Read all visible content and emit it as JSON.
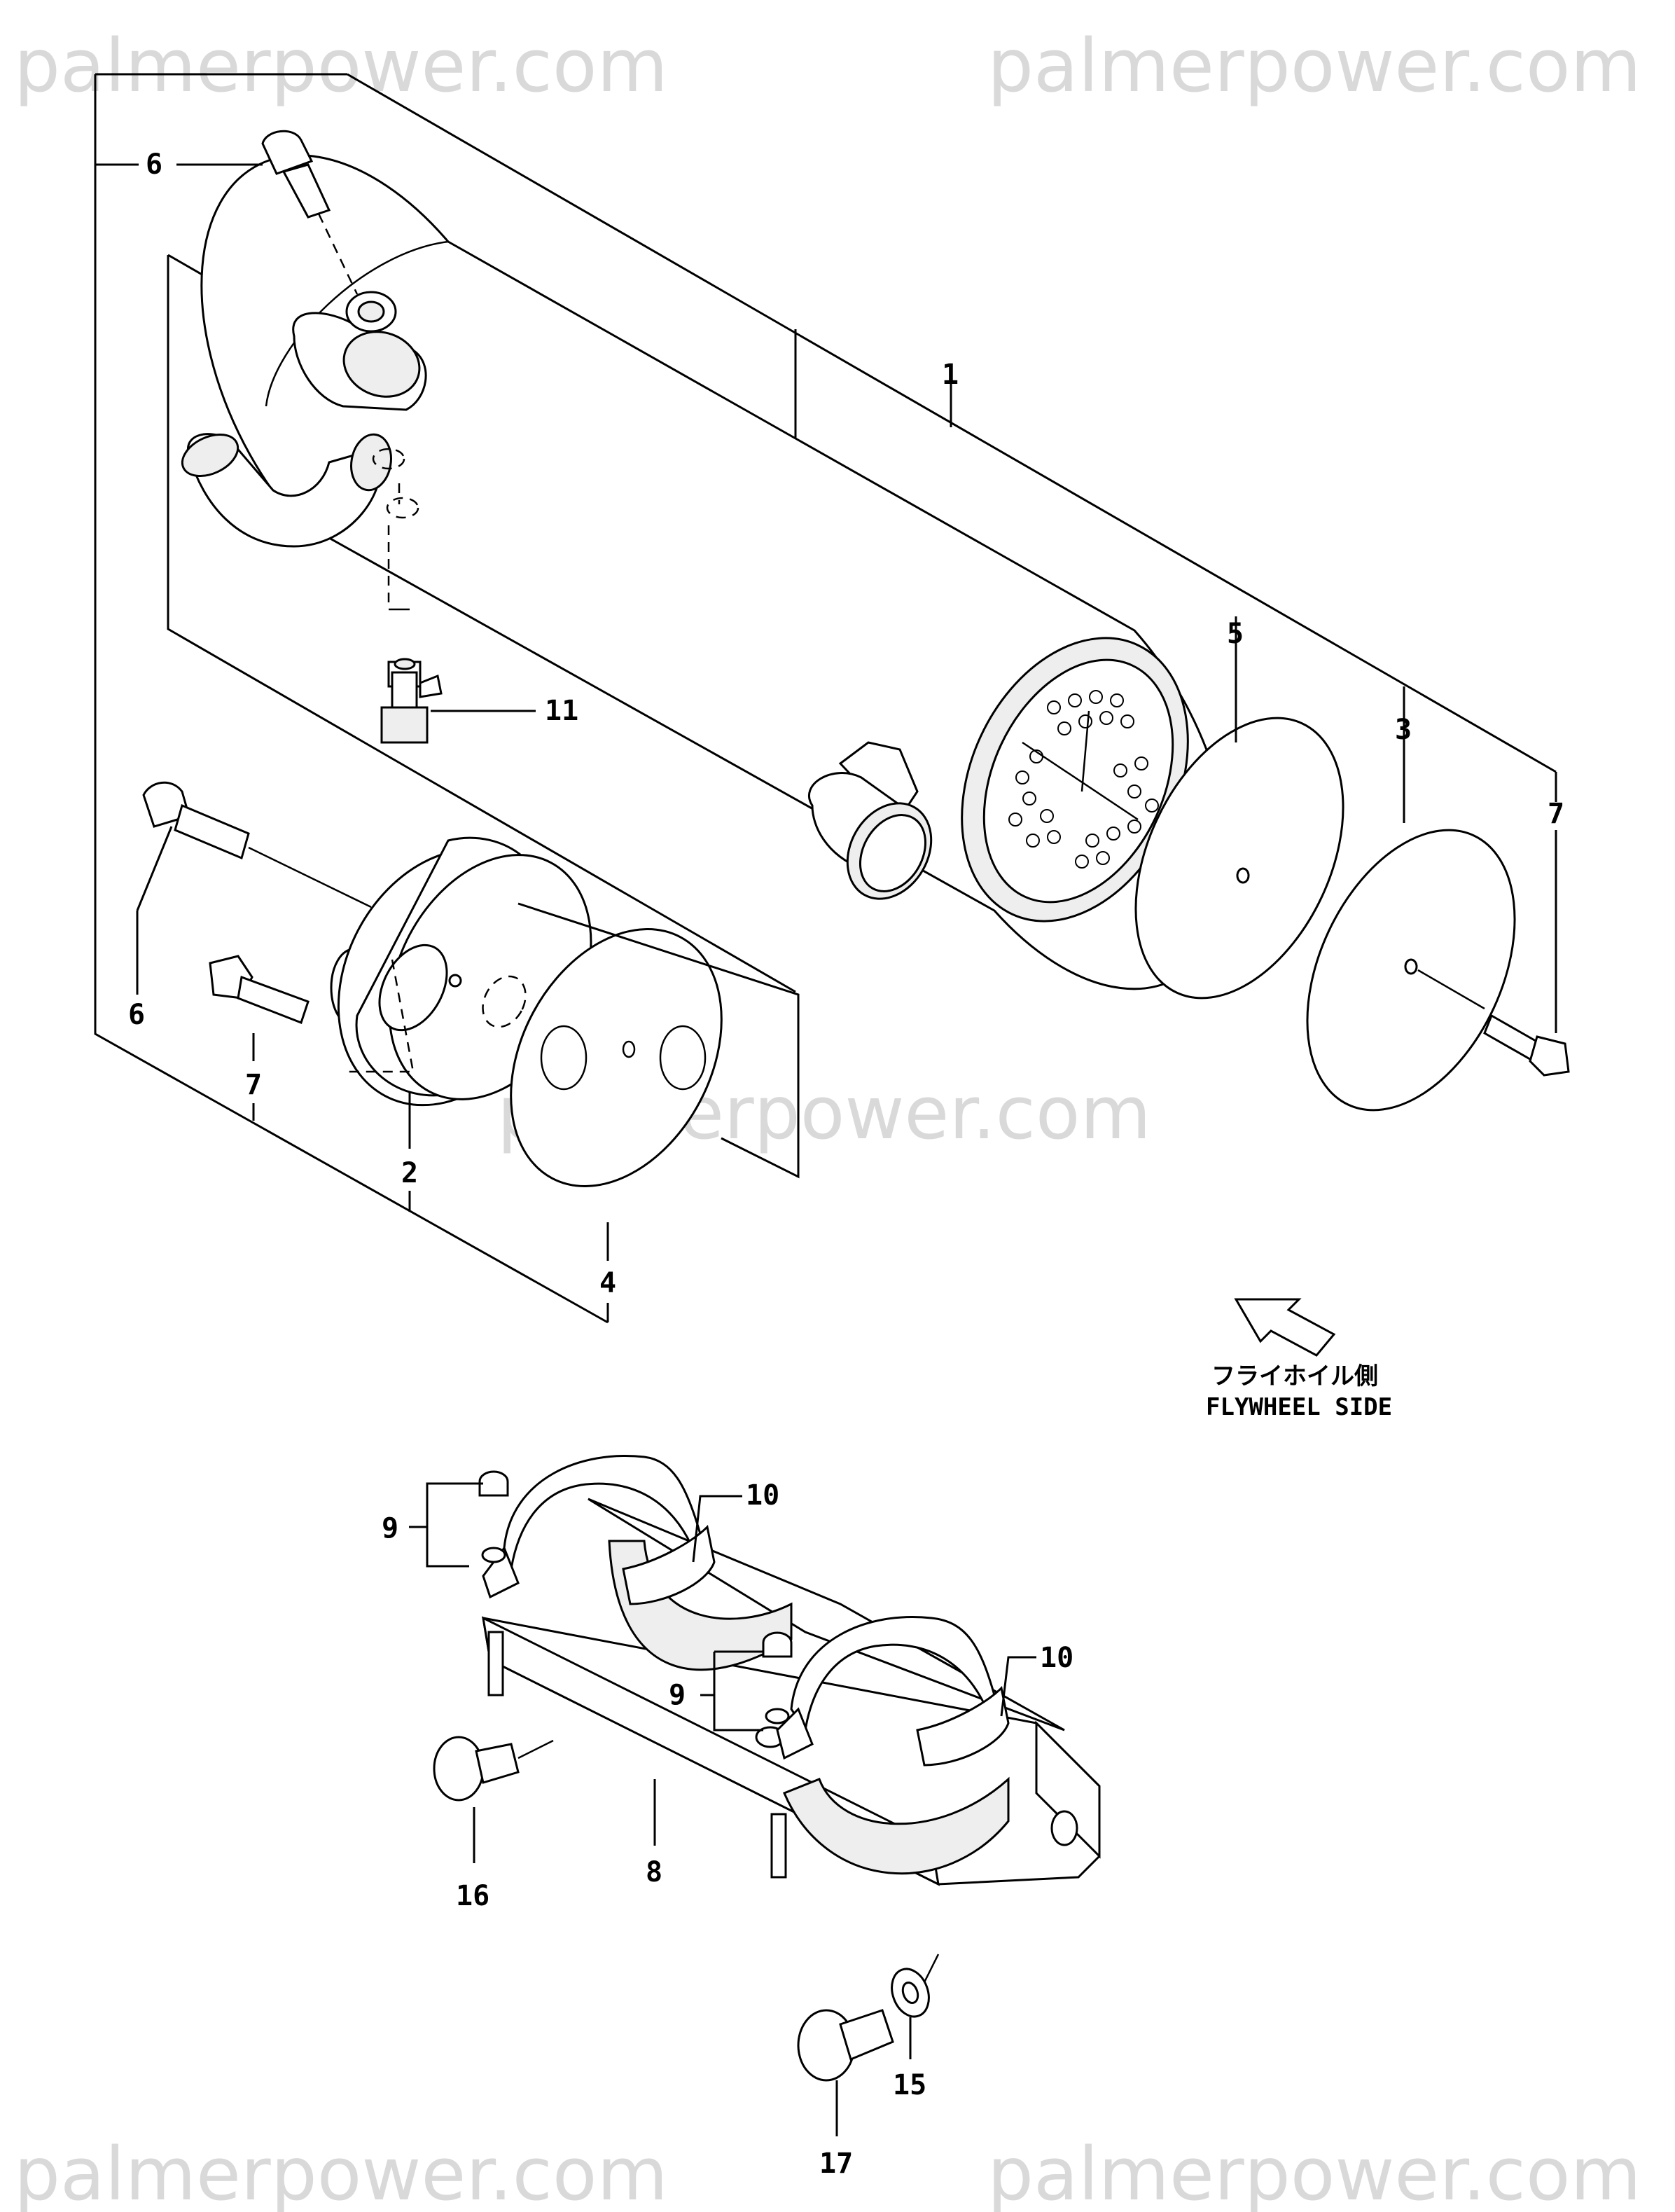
{
  "watermarks": [
    "palmerpower.com",
    "palmerpower.com",
    "palmerpower.com",
    "palmerpower.com",
    "palmerpower.com"
  ],
  "direction": {
    "label_jp": "フライホイル側",
    "label_en": "FLYWHEEL SIDE"
  },
  "callouts": [
    "6",
    "1",
    "11",
    "5",
    "3",
    "7",
    "6",
    "7",
    "2",
    "4",
    "10",
    "9",
    "9",
    "10",
    "16",
    "8",
    "17",
    "15"
  ]
}
